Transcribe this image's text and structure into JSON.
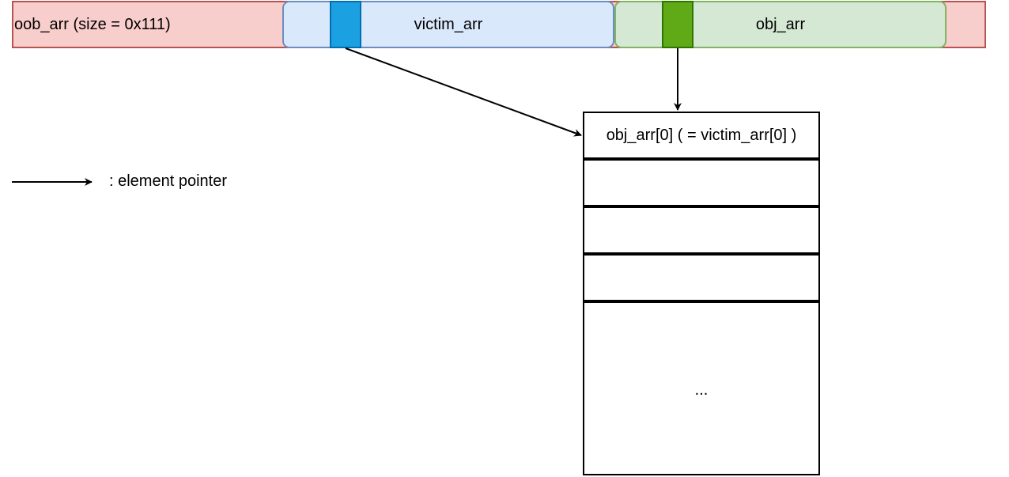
{
  "oob_arr": {
    "label": "oob_arr (size = 0x111)",
    "fill": "#f8cecc",
    "stroke": "#b85450"
  },
  "victim_arr": {
    "label": "victim_arr",
    "fill": "#dae8fc",
    "cell_fill": "#1ba1e2"
  },
  "obj_arr": {
    "label": "obj_arr",
    "fill": "#d5e8d4",
    "cell_fill": "#60a917"
  },
  "elements": {
    "rows": [
      "obj_arr[0] ( = victim_arr[0] )",
      "",
      "",
      "",
      "..."
    ]
  },
  "legend": {
    "label": ": element pointer"
  }
}
